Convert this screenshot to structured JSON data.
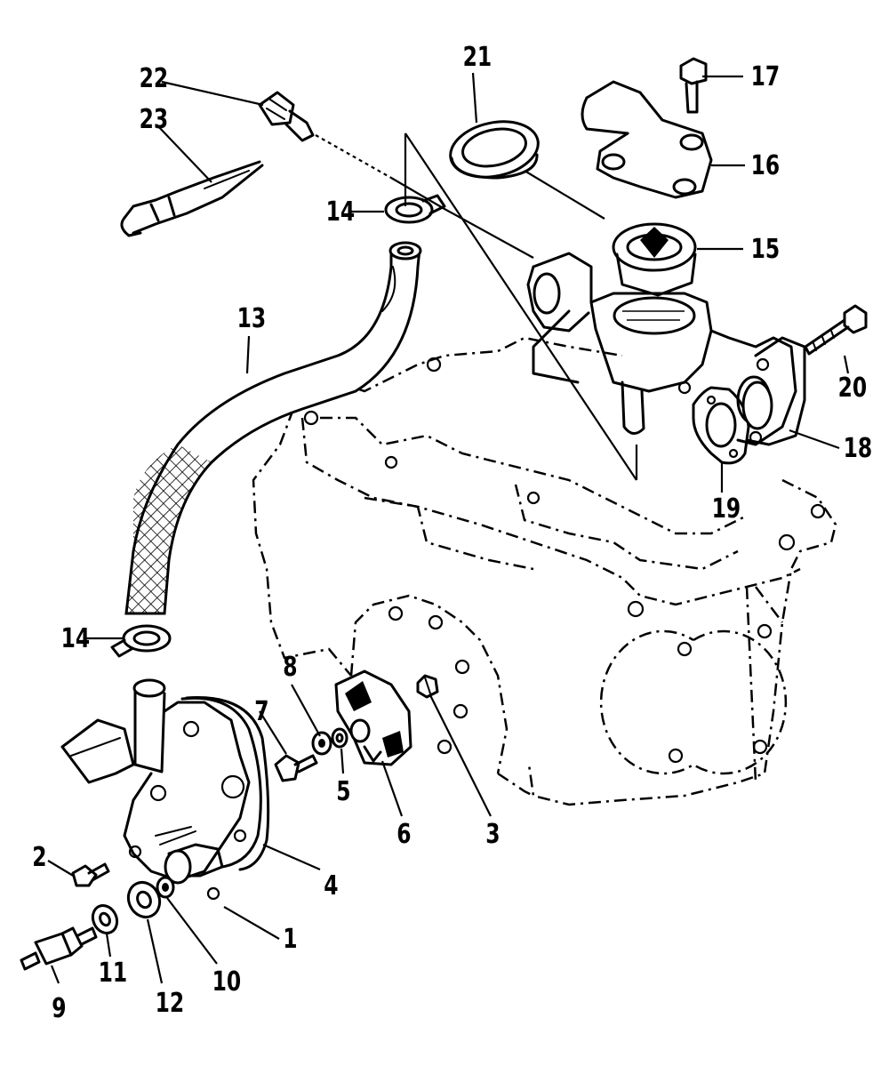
{
  "callouts": {
    "c1": "1",
    "c2": "2",
    "c3": "3",
    "c4": "4",
    "c5": "5",
    "c6": "6",
    "c7": "7",
    "c8": "8",
    "c9": "9",
    "c10": "10",
    "c11": "11",
    "c12": "12",
    "c13": "13",
    "c14a": "14",
    "c14b": "14",
    "c15": "15",
    "c16": "16",
    "c17": "17",
    "c18": "18",
    "c19": "19",
    "c20": "20",
    "c21": "21",
    "c22": "22",
    "c23": "23"
  }
}
